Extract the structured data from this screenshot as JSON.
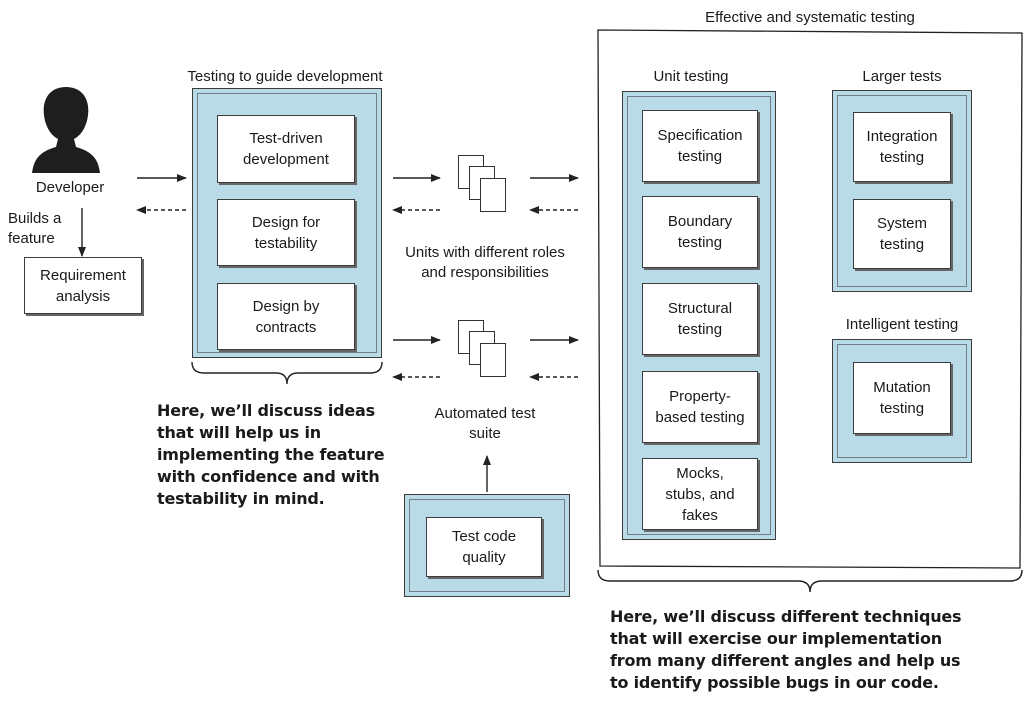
{
  "headings": {
    "guide_development": "Testing to guide development",
    "effective_testing": "Effective and systematic testing",
    "unit_testing": "Unit testing",
    "larger_tests": "Larger tests",
    "intelligent_testing": "Intelligent testing"
  },
  "actor": {
    "developer_label": "Developer",
    "builds_label": "Builds a\nfeature",
    "requirement_label": "Requirement\nanalysis"
  },
  "guide_boxes": [
    "Test-driven\ndevelopment",
    "Design for\ntestability",
    "Design by\ncontracts"
  ],
  "unit_boxes": [
    "Specification\ntesting",
    "Boundary\ntesting",
    "Structural\ntesting",
    "Property-\nbased testing",
    "Mocks,\nstubs, and\nfakes"
  ],
  "larger_boxes": [
    "Integration\ntesting",
    "System\ntesting"
  ],
  "intelligent_boxes": [
    "Mutation\ntesting"
  ],
  "quality_box": "Test code\nquality",
  "doc_labels": {
    "units": "Units with different roles\nand responsibilities",
    "suite": "Automated test\nsuite"
  },
  "notes": {
    "left": "Here, we’ll discuss ideas\nthat will help us in\nimplementing the feature\nwith confidence and with\ntestability in mind.",
    "right": "Here, we’ll discuss different techniques\nthat will exercise our implementation\nfrom many different angles and help us\nto identify possible bugs in our code."
  }
}
